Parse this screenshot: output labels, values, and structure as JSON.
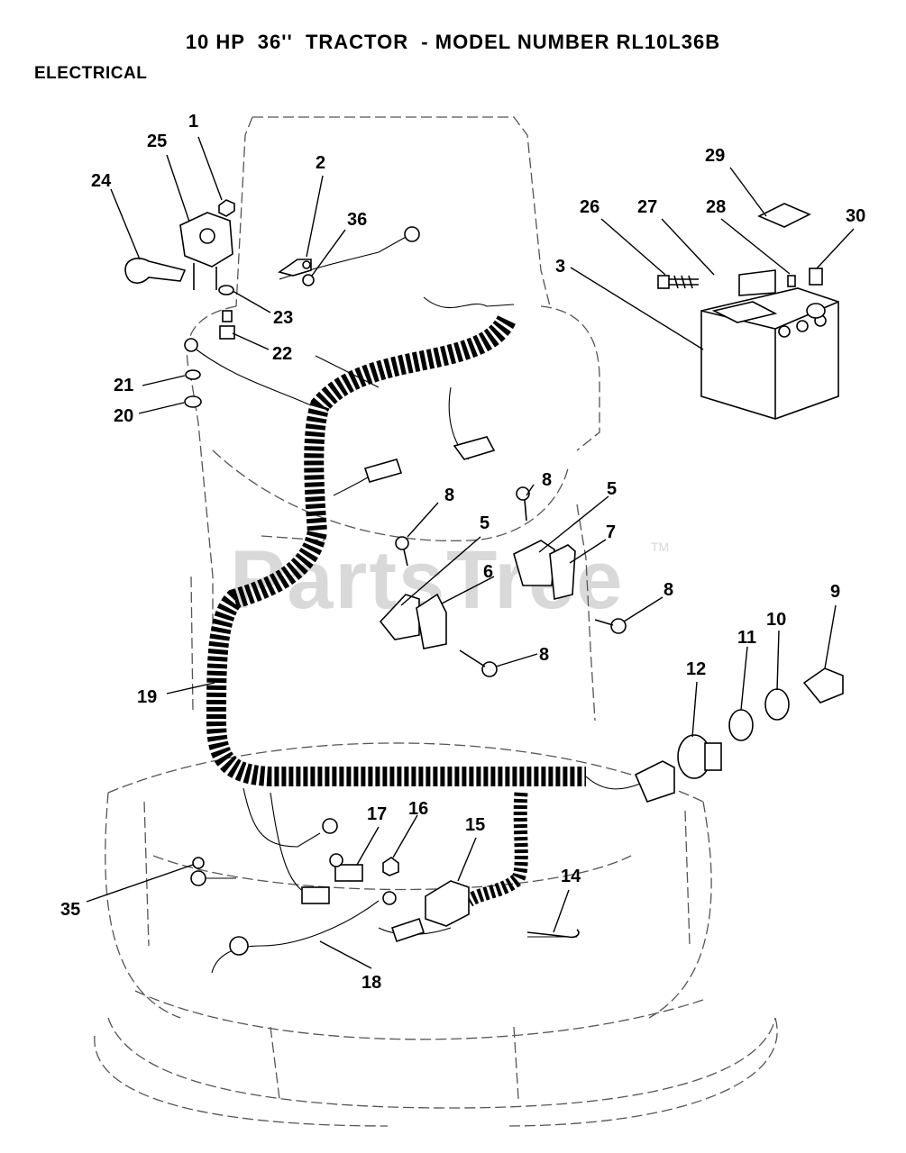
{
  "header": {
    "title": "10 HP  36''  TRACTOR  - MODEL NUMBER RL10L36B",
    "section": "ELECTRICAL"
  },
  "watermark": {
    "text": "PartsTree",
    "tm": "TM"
  },
  "callouts": {
    "c1": "1",
    "c2": "2",
    "c3": "3",
    "c5a": "5",
    "c5b": "5",
    "c6": "6",
    "c7": "7",
    "c8a": "8",
    "c8b": "8",
    "c8c": "8",
    "c8d": "8",
    "c9": "9",
    "c10": "10",
    "c11": "11",
    "c12": "12",
    "c14": "14",
    "c15": "15",
    "c16": "16",
    "c17": "17",
    "c18": "18",
    "c19": "19",
    "c20": "20",
    "c21": "21",
    "c22": "22",
    "c23": "23",
    "c24": "24",
    "c25": "25",
    "c26": "26",
    "c27": "27",
    "c28": "28",
    "c29": "29",
    "c30": "30",
    "c35": "35",
    "c36": "36"
  }
}
